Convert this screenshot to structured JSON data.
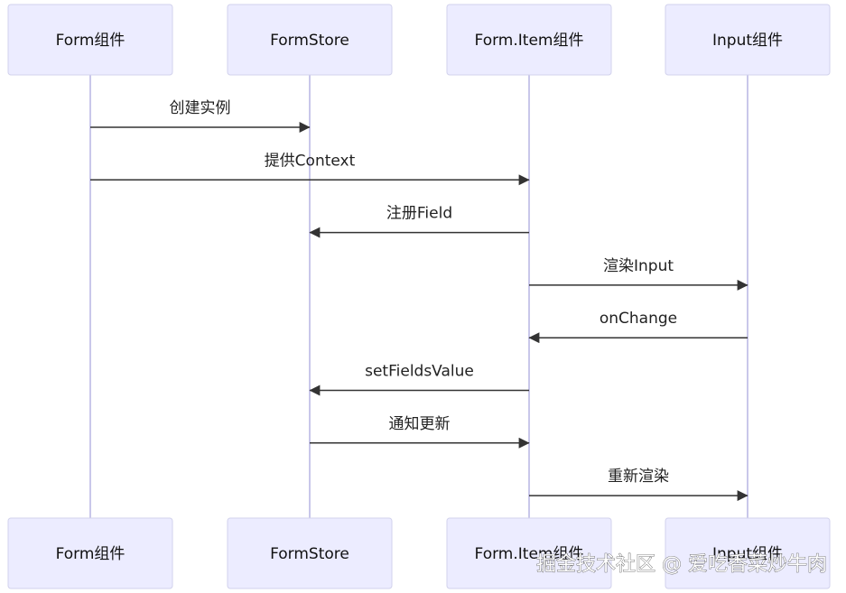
{
  "participants": [
    {
      "label": "Form组件"
    },
    {
      "label": "FormStore"
    },
    {
      "label": "Form.Item组件"
    },
    {
      "label": "Input组件"
    }
  ],
  "messages": [
    {
      "from": 0,
      "to": 1,
      "label": "创建实例"
    },
    {
      "from": 0,
      "to": 2,
      "label": "提供Context"
    },
    {
      "from": 2,
      "to": 1,
      "label": "注册Field"
    },
    {
      "from": 2,
      "to": 3,
      "label": "渲染Input"
    },
    {
      "from": 3,
      "to": 2,
      "label": "onChange"
    },
    {
      "from": 2,
      "to": 1,
      "label": "setFieldsValue"
    },
    {
      "from": 1,
      "to": 2,
      "label": "通知更新"
    },
    {
      "from": 2,
      "to": 3,
      "label": "重新渲染"
    }
  ],
  "watermark": "掘金技术社区 @ 爱吃香菜炒牛肉"
}
